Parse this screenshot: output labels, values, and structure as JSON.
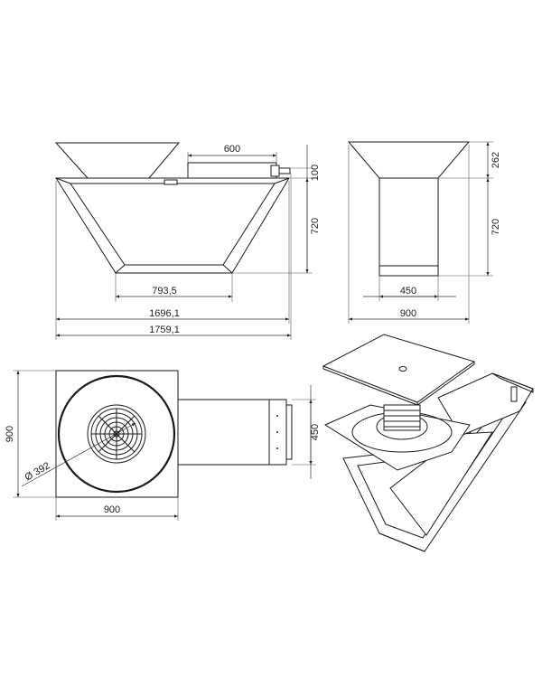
{
  "drawing": {
    "front_view": {
      "d_600": "600",
      "d_100": "100",
      "d_720": "720",
      "d_793_5": "793,5",
      "d_1696_1": "1696,1",
      "d_1759_1": "1759,1"
    },
    "side_view": {
      "d_262": "262",
      "d_720": "720",
      "d_450": "450",
      "d_900": "900"
    },
    "top_view": {
      "d_900_h": "900",
      "d_900_v": "900",
      "d_392": "Ø 392",
      "d_450": "450"
    }
  }
}
